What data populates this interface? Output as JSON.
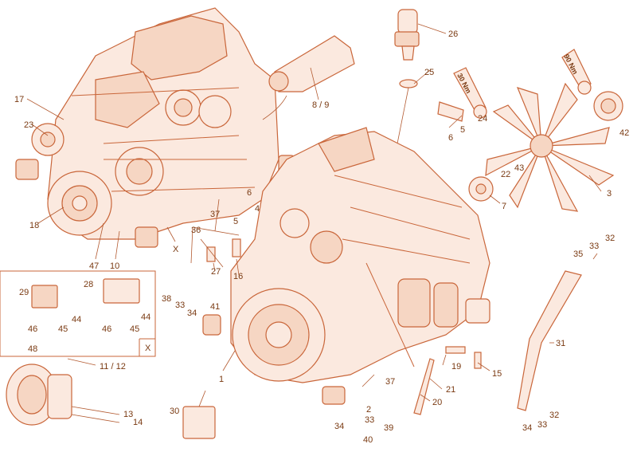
{
  "colors": {
    "line": "#c9663a",
    "fill": "#fbe9df",
    "fill_dark": "#f6d6c3",
    "text": "#7a3a12"
  },
  "labels": {
    "p1": "1",
    "p2": "2",
    "p3": "3",
    "p4": "4",
    "p5a": "5",
    "p5b": "5",
    "p6a": "6",
    "p6b": "6",
    "p7": "7",
    "p89": "8 / 9",
    "p10": "10",
    "p1112": "11 / 12",
    "p13": "13",
    "p14": "14",
    "p15": "15",
    "p16": "16",
    "p17": "17",
    "p18": "18",
    "p19": "19",
    "p20": "20",
    "p21": "21",
    "p22": "22",
    "p23": "23",
    "p24": "24",
    "p25": "25",
    "p26": "26",
    "p27": "27",
    "p28": "28",
    "p29": "29",
    "p30": "30",
    "p31": "31",
    "p32a": "32",
    "p32b": "32",
    "p33a": "33",
    "p33b": "33",
    "p33c": "33",
    "p33d": "33",
    "p34a": "34",
    "p34b": "34",
    "p34c": "34",
    "p35": "35",
    "p36": "36",
    "p37a": "37",
    "p37b": "37",
    "p38": "38",
    "p39": "39",
    "p40": "40",
    "p41": "41",
    "p42": "42",
    "p43": "43",
    "p44a": "44",
    "p44b": "44",
    "p45a": "45",
    "p45b": "45",
    "p46a": "46",
    "p46b": "46",
    "p47": "47",
    "p48": "48",
    "x1": "X",
    "x2": "X"
  },
  "torque": {
    "t1": "30 Nm",
    "t2": "90 Nm"
  }
}
